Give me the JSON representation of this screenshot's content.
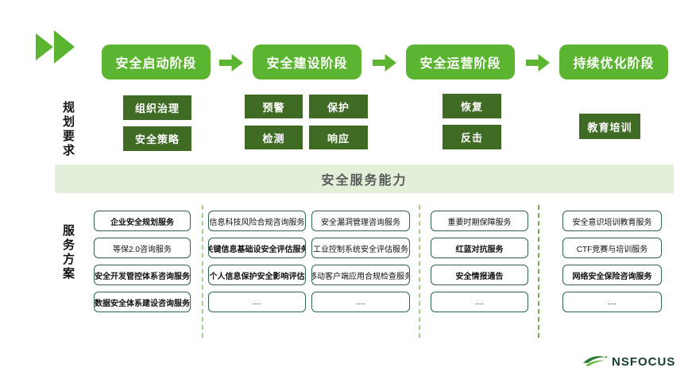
{
  "colors": {
    "accent_green": "#5cb531",
    "dark_green": "#406b24",
    "banner_bg": "#e2efd9",
    "banner_text": "#595959",
    "service_box_border": "#2e6253",
    "separator_light": "#a9d18e",
    "separator_dark": "#70ad47",
    "logo_green": "#16402e"
  },
  "stages": [
    {
      "label": "安全启动阶段"
    },
    {
      "label": "安全建设阶段"
    },
    {
      "label": "安全运营阶段"
    },
    {
      "label": "持续优化阶段"
    }
  ],
  "row_labels": {
    "planning": "规划要求",
    "services": "服务方案"
  },
  "planning": {
    "stage1": [
      "组织治理",
      "安全策略"
    ],
    "stage2": [
      "预警",
      "保护",
      "检测",
      "响应"
    ],
    "stage3": [
      "恢复",
      "反击"
    ],
    "stage4": [
      "教育培训"
    ]
  },
  "banner": {
    "label": "安全服务能力"
  },
  "services": {
    "col1": [
      {
        "label": "企业安全规划服务",
        "bold": true
      },
      {
        "label": "等保2.0咨询服务",
        "bold": false
      },
      {
        "label": "安全开发管控体系咨询服务",
        "bold": true
      },
      {
        "label": "数据安全体系建设咨询服务",
        "bold": true
      }
    ],
    "col2a": [
      {
        "label": "信息科技风险合规咨询服务",
        "bold": false
      },
      {
        "label": "关键信息基础设安全评估服务",
        "bold": true
      },
      {
        "label": "个人信息保护安全影响评估",
        "bold": true
      },
      {
        "label": "....",
        "bold": false
      }
    ],
    "col2b": [
      {
        "label": "安全漏洞管理咨询服务",
        "bold": false
      },
      {
        "label": "工业控制系统安全评估服务",
        "bold": false
      },
      {
        "label": "移动客户端应用合规检查服务",
        "bold": false
      },
      {
        "label": "....",
        "bold": false
      }
    ],
    "col3": [
      {
        "label": "重要时期保障服务",
        "bold": false
      },
      {
        "label": "红蓝对抗服务",
        "bold": true
      },
      {
        "label": "安全情报通告",
        "bold": true
      },
      {
        "label": "....",
        "bold": false
      }
    ],
    "col4": [
      {
        "label": "安全意识培训教育服务",
        "bold": false
      },
      {
        "label": "CTF竞赛与培训服务",
        "bold": false
      },
      {
        "label": "网络安全保险咨询服务",
        "bold": true
      },
      {
        "label": "....",
        "bold": false
      }
    ]
  },
  "logo": {
    "text": "NSFOCUS"
  }
}
